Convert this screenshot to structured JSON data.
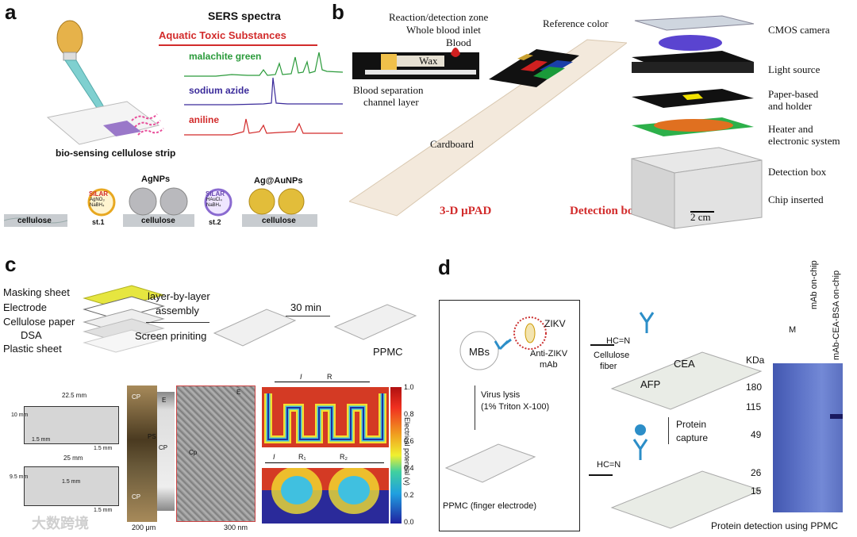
{
  "panels": [
    "a",
    "b",
    "c",
    "d"
  ],
  "a": {
    "title": "SERS spectra",
    "subtitle": "Aquatic Toxic Substances",
    "series": [
      {
        "name": "malachite green",
        "color": "#2a9a3a"
      },
      {
        "name": "sodium azide",
        "color": "#3a2a9a"
      },
      {
        "name": "aniline",
        "color": "#d22b2b"
      }
    ],
    "strip_label": "bio-sensing cellulose strip",
    "agnps_label": "AgNPs",
    "agaunps_label": "Ag@AuNPs",
    "silar1": {
      "title": "SILAR",
      "l1": "AgNO₃",
      "l2": "NaBH₄",
      "step": "st.1"
    },
    "silar2": {
      "title": "SILAR",
      "l1": "HAuCl₄",
      "l2": "NaBH₄",
      "step": "st.2"
    },
    "cellulose": "cellulose"
  },
  "b": {
    "reaction_zone": "Reaction/detection zone",
    "whole_blood": "Whole blood inlet",
    "blood": "Blood",
    "wax": "Wax",
    "sep_channel": "Blood separation",
    "sep_channel2": "channel layer",
    "reference_color": "Reference color",
    "cardboard": "Cardboard",
    "mupad": "3-D μPAD",
    "detection_box_title": "Detection box",
    "stack": [
      "CMOS camera",
      "Light source",
      "Paper-based",
      "and holder",
      "Heater and",
      "electronic system",
      "Detection box",
      "Chip inserted"
    ],
    "scale": "2 cm"
  },
  "c": {
    "layers": [
      "Masking sheet",
      "Electrode",
      "Cellulose paper",
      "DSA",
      "Plastic sheet"
    ],
    "lbl_assembly1": "layer-by-layer",
    "lbl_assembly2": "assembly",
    "screen": "Screen priniting",
    "time": "30 min",
    "ppmc": "PPMC",
    "dims": [
      "22.5 mm",
      "10 mm",
      "1.5 mm",
      "1.5 mm",
      "25 mm",
      "9.5 mm",
      "1.5 mm",
      "1.5 mm"
    ],
    "micro": [
      "CP",
      "PS",
      "CP",
      "E",
      "CP",
      "Cp",
      "E"
    ],
    "scale1": "200 μm",
    "scale2": "300 nm",
    "colorbar_label": "Electrical potential (v)",
    "colorbar_ticks": [
      "1.0",
      "0.8",
      "0.6",
      "0.4",
      "0.2",
      "0.0"
    ],
    "circuit1": [
      "I",
      "R"
    ],
    "circuit2": [
      "I",
      "R₁",
      "R₂"
    ]
  },
  "d": {
    "zikv": "ZIKV",
    "mbs": "MBs",
    "anti1": "Anti-ZIKV",
    "anti2": "mAb",
    "lysis1": "Virus lysis",
    "lysis2": "(1% Triton X-100)",
    "ppmc_finger": "PPMC (finger electrode)",
    "hcn": "HC=N",
    "cellulose1": "Cellulose",
    "cellulose2": "fiber",
    "afp": "AFP",
    "cea": "CEA",
    "capture1": "Protein",
    "capture2": "capture",
    "hcn2": "HC=N",
    "gel_lanes": [
      "M",
      "mAb on-chip",
      "mAb-CEA-BSA on-chip"
    ],
    "kda": "KDa",
    "markers": [
      "180",
      "115",
      "49",
      "26",
      "15"
    ],
    "caption": "Protein detection using PPMC"
  },
  "watermark": "大数跨境"
}
